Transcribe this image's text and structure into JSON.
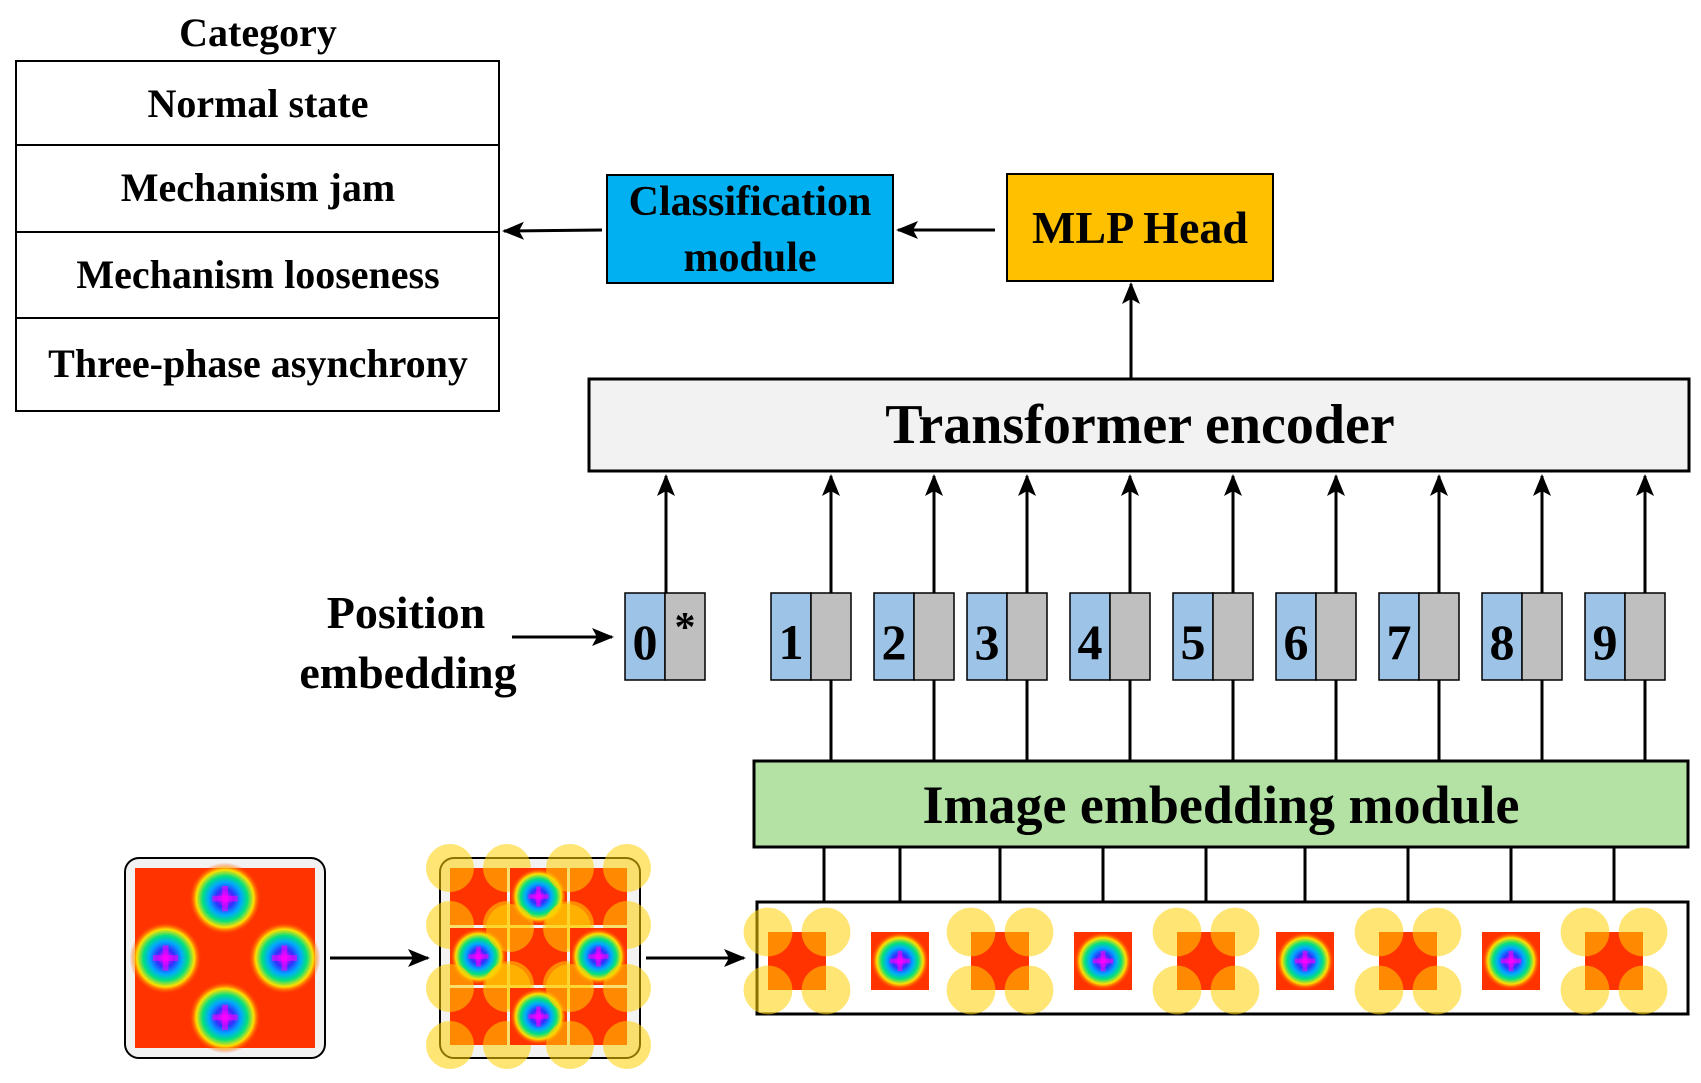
{
  "category": {
    "title": "Category",
    "items": [
      "Normal state",
      "Mechanism jam",
      "Mechanism looseness",
      "Three-phase asynchrony"
    ]
  },
  "classification": {
    "line1": "Classification",
    "line2": "module"
  },
  "mlp_head": "MLP Head",
  "transformer": "Transformer encoder",
  "position_embedding": {
    "line1": "Position",
    "line2": "embedding"
  },
  "tokens": [
    {
      "label": "0",
      "extra": "*"
    },
    {
      "label": "1",
      "extra": ""
    },
    {
      "label": "2",
      "extra": ""
    },
    {
      "label": "3",
      "extra": ""
    },
    {
      "label": "4",
      "extra": ""
    },
    {
      "label": "5",
      "extra": ""
    },
    {
      "label": "6",
      "extra": ""
    },
    {
      "label": "7",
      "extra": ""
    },
    {
      "label": "8",
      "extra": ""
    },
    {
      "label": "9",
      "extra": ""
    }
  ],
  "image_embedding": "Image embedding module",
  "patch_types": [
    "corner",
    "center",
    "corner",
    "center",
    "corner",
    "center",
    "corner",
    "center",
    "corner"
  ],
  "colors": {
    "classification": "#00b0f0",
    "mlp": "#ffc000",
    "transformer": "#f2f2f2",
    "image_embedding": "#b3e2a4",
    "token_blue": "#9dc3e6",
    "token_gray": "#bfbfbf",
    "heat_bg": "#ff3300",
    "heat_mid": "#ffd000",
    "heat_green": "#00e080",
    "heat_cyan": "#00b4ff",
    "heat_blue": "#2020ff",
    "heat_core": "#ff00ff"
  }
}
